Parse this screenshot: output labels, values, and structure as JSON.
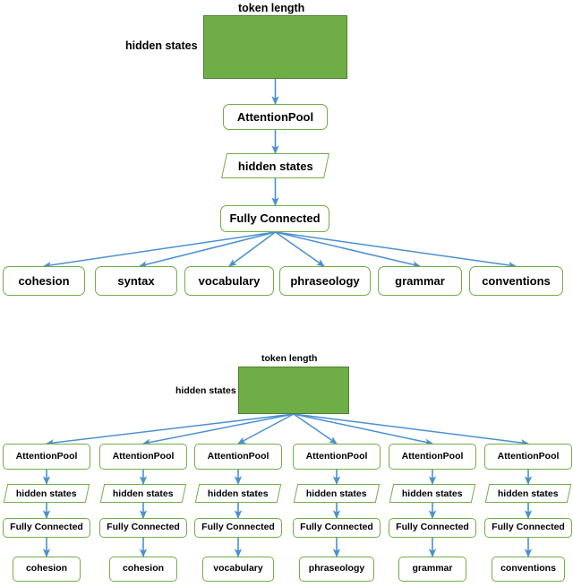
{
  "figure": {
    "colors": {
      "green_fill": "#6fae47",
      "green_border": "#70ad47",
      "arrow_blue": "#4a90d2",
      "text": "#000000",
      "background": "#ffffff"
    }
  },
  "diagram_top": {
    "matrix": {
      "top_label": "token length",
      "side_label": "hidden states"
    },
    "pipeline": [
      {
        "label": "AttentionPool",
        "shape": "rounded-rect"
      },
      {
        "label": "hidden states",
        "shape": "parallelogram"
      },
      {
        "label": "Fully Connected",
        "shape": "rounded-rect"
      }
    ],
    "outputs": [
      "cohesion",
      "syntax",
      "vocabulary",
      "phraseology",
      "grammar",
      "conventions"
    ]
  },
  "diagram_bottom": {
    "matrix": {
      "top_label": "token length",
      "side_label": "hidden states"
    },
    "columns": [
      {
        "attention_pool": "AttentionPool",
        "hidden_states": "hidden states",
        "fully_connected": "Fully Connected",
        "output": "cohesion"
      },
      {
        "attention_pool": "AttentionPool",
        "hidden_states": "hidden states",
        "fully_connected": "Fully Connected",
        "output": "cohesion"
      },
      {
        "attention_pool": "AttentionPool",
        "hidden_states": "hidden states",
        "fully_connected": "Fully Connected",
        "output": "vocabulary"
      },
      {
        "attention_pool": "AttentionPool",
        "hidden_states": "hidden states",
        "fully_connected": "Fully Connected",
        "output": "phraseology"
      },
      {
        "attention_pool": "AttentionPool",
        "hidden_states": "hidden states",
        "fully_connected": "Fully Connected",
        "output": "grammar"
      },
      {
        "attention_pool": "AttentionPool",
        "hidden_states": "hidden states",
        "fully_connected": "Fully Connected",
        "output": "conventions"
      }
    ]
  }
}
